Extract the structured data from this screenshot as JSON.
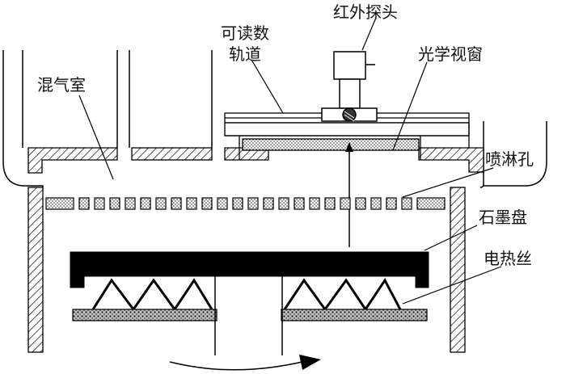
{
  "labels": {
    "mixing_chamber": "混气室",
    "readable_track_line1": "可读数",
    "readable_track_line2": "轨道",
    "ir_probe": "红外探头",
    "optical_window": "光学视窗",
    "spray_holes": "喷淋孔",
    "graphite_disk": "石墨盘",
    "heating_wire": "电热丝"
  },
  "colors": {
    "stroke": "#000000",
    "fill": "#ffffff"
  }
}
